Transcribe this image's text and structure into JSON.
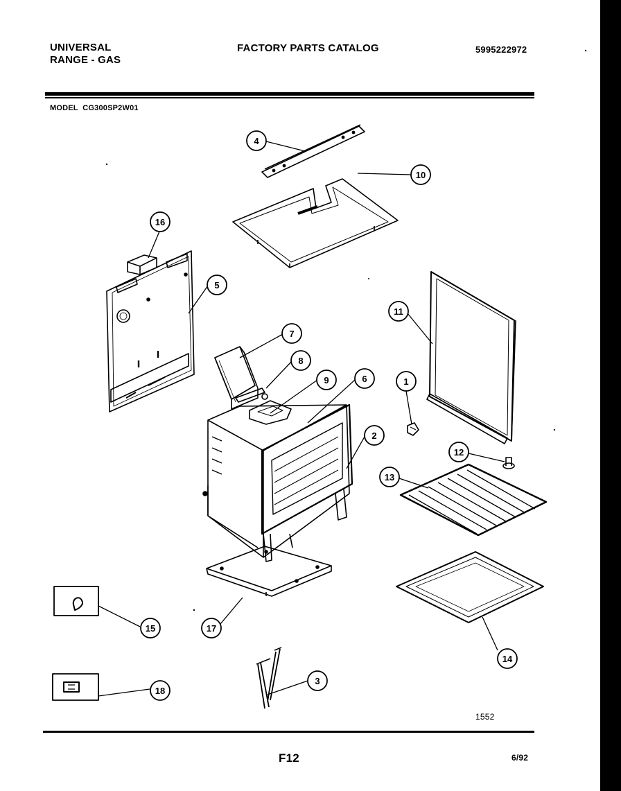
{
  "header": {
    "brand_line1": "UNIVERSAL",
    "brand_line2": "RANGE - GAS",
    "catalog_title": "FACTORY PARTS CATALOG",
    "part_number": "5995222972"
  },
  "model": {
    "label": "MODEL",
    "code": "CG300SP2W01"
  },
  "diagram": {
    "callouts": [
      "4",
      "10",
      "16",
      "5",
      "11",
      "7",
      "8",
      "9",
      "6",
      "1",
      "2",
      "12",
      "13",
      "15",
      "17",
      "14",
      "3",
      "18"
    ],
    "drawing_code": "1552"
  },
  "footer": {
    "page": "F12",
    "date": "6/92"
  }
}
